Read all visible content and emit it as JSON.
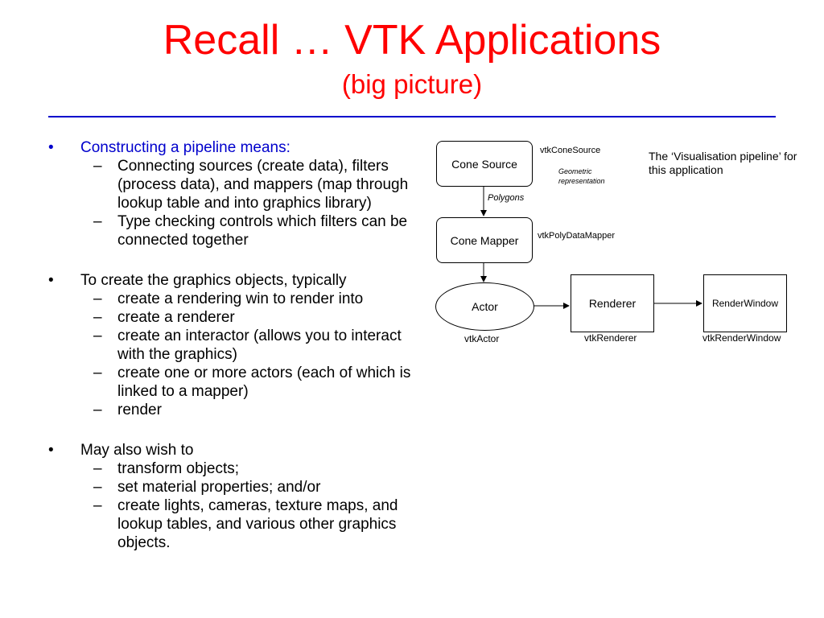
{
  "title": {
    "main": "Recall … VTK Applications",
    "sub": "(big picture)"
  },
  "bullets": [
    {
      "text": "Constructing a pipeline means:",
      "color": "#0000cc",
      "subs": [
        "Connecting sources (create data), filters (process data), and mappers (map through lookup table and into graphics library)",
        "Type checking controls which filters can be connected together"
      ]
    },
    {
      "text": "To create the graphics objects, typically",
      "subs": [
        "create a rendering win to render into",
        "create a renderer",
        "create an interactor (allows you to interact with the graphics)",
        "create one or more actors (each of which is linked to a mapper)",
        "render"
      ]
    },
    {
      "text": "May also wish to",
      "subs": [
        "transform objects;",
        "set material properties; and/or",
        "create lights, cameras, texture maps, and lookup tables, and various other graphics objects."
      ]
    }
  ],
  "bullet_symbol": "•",
  "dash_symbol": "–",
  "diagram": {
    "cone_source": "Cone Source",
    "cone_source_class": "vtkConeSource",
    "geometric_note": "Geometric representation",
    "polygons_label": "Polygons",
    "cone_mapper": "Cone Mapper",
    "cone_mapper_class": "vtkPolyDataMapper",
    "actor": "Actor",
    "actor_class": "vtkActor",
    "renderer": "Renderer",
    "renderer_class": "vtkRenderer",
    "render_window": "RenderWindow",
    "render_window_class": "vtkRenderWindow",
    "pipeline_note": "The ‘Visualisation pipeline’ for this application"
  }
}
